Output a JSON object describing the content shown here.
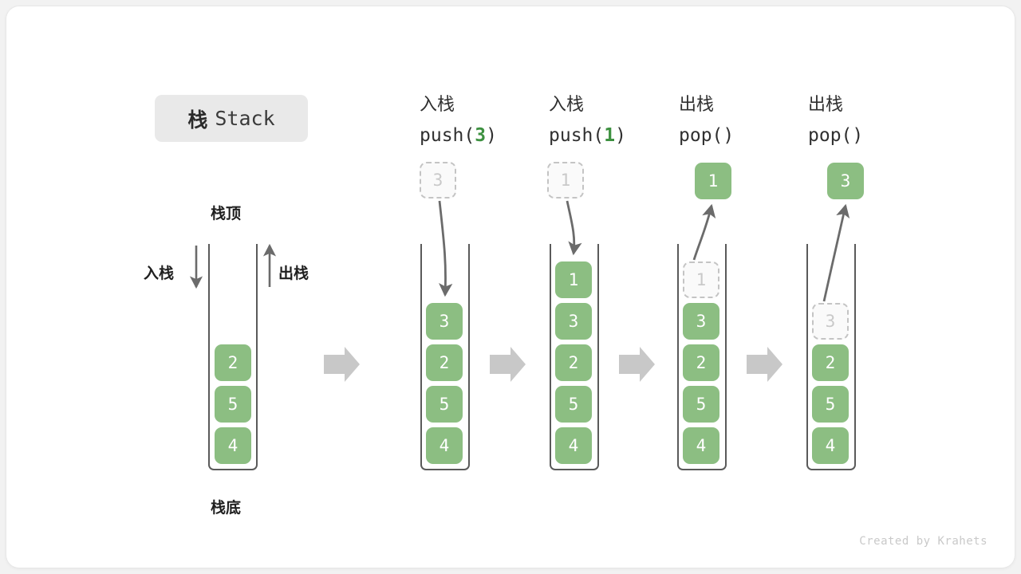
{
  "title": {
    "cn": "栈",
    "en": "Stack"
  },
  "labels": {
    "top": "栈顶",
    "bottom": "栈底",
    "push_side": "入栈",
    "pop_side": "出栈"
  },
  "credit": "Created by Krahets",
  "colors": {
    "element_green": "#8cbe82",
    "accent_green": "#3d9140",
    "ghost_border": "#c4c4c4",
    "ghost_text": "#c9c9c9",
    "arrow_gray": "#6b6b6b",
    "block_arrow_gray": "#c8c8c8",
    "badge_bg": "#e9e9e9",
    "card_bg": "#ffffff",
    "page_bg": "#f2f2f2"
  },
  "initial_stack": {
    "name": "initial",
    "items": [
      "2",
      "5",
      "4"
    ]
  },
  "steps": [
    {
      "id": "push-3",
      "label_cn": "入栈",
      "op_prefix": "push(",
      "op_value": "3",
      "op_suffix": ")",
      "floating": {
        "value": "3",
        "state": "ghost"
      },
      "stack": [
        "3",
        "2",
        "5",
        "4"
      ],
      "stack_states": [
        "solid",
        "solid",
        "solid",
        "solid"
      ],
      "arrow": "down"
    },
    {
      "id": "push-1",
      "label_cn": "入栈",
      "op_prefix": "push(",
      "op_value": "1",
      "op_suffix": ")",
      "floating": {
        "value": "1",
        "state": "ghost"
      },
      "stack": [
        "1",
        "3",
        "2",
        "5",
        "4"
      ],
      "stack_states": [
        "solid",
        "solid",
        "solid",
        "solid",
        "solid"
      ],
      "arrow": "down"
    },
    {
      "id": "pop-1",
      "label_cn": "出栈",
      "op_prefix": "pop(",
      "op_value": "",
      "op_suffix": ")",
      "floating": {
        "value": "1",
        "state": "solid"
      },
      "stack": [
        "1",
        "3",
        "2",
        "5",
        "4"
      ],
      "stack_states": [
        "ghost",
        "solid",
        "solid",
        "solid",
        "solid"
      ],
      "arrow": "up"
    },
    {
      "id": "pop-3",
      "label_cn": "出栈",
      "op_prefix": "pop(",
      "op_value": "",
      "op_suffix": ")",
      "floating": {
        "value": "3",
        "state": "solid"
      },
      "stack": [
        "3",
        "2",
        "5",
        "4"
      ],
      "stack_states": [
        "ghost",
        "solid",
        "solid",
        "solid"
      ],
      "arrow": "up"
    }
  ],
  "flow_arrows": 4
}
